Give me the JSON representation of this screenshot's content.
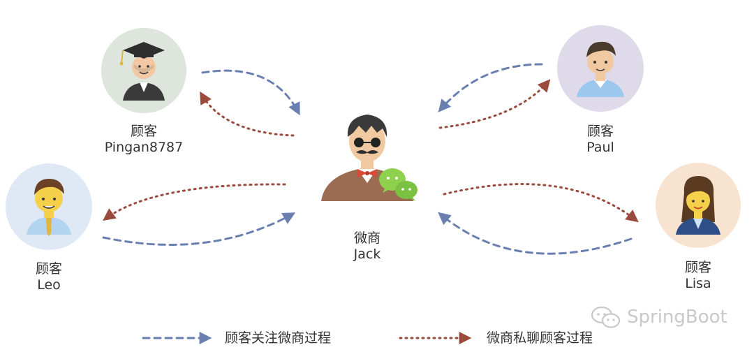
{
  "center": {
    "role": "微商",
    "name": "Jack"
  },
  "customers": {
    "pingan": {
      "role": "顾客",
      "name": "Pingan8787"
    },
    "paul": {
      "role": "顾客",
      "name": "Paul"
    },
    "leo": {
      "role": "顾客",
      "name": "Leo"
    },
    "lisa": {
      "role": "顾客",
      "name": "Lisa"
    }
  },
  "legend": {
    "follow_label": "顾客关注微商过程",
    "private_chat_label": "微商私聊顾客过程"
  },
  "colors": {
    "follow_arrow": "#6a7fb0",
    "private_chat_arrow": "#9b4a3e",
    "pingan_circle": "#dde5dc",
    "paul_circle": "#dfdaea",
    "leo_circle": "#dfe9f5",
    "lisa_circle": "#f7e3cf"
  },
  "watermark": "SpringBoot"
}
